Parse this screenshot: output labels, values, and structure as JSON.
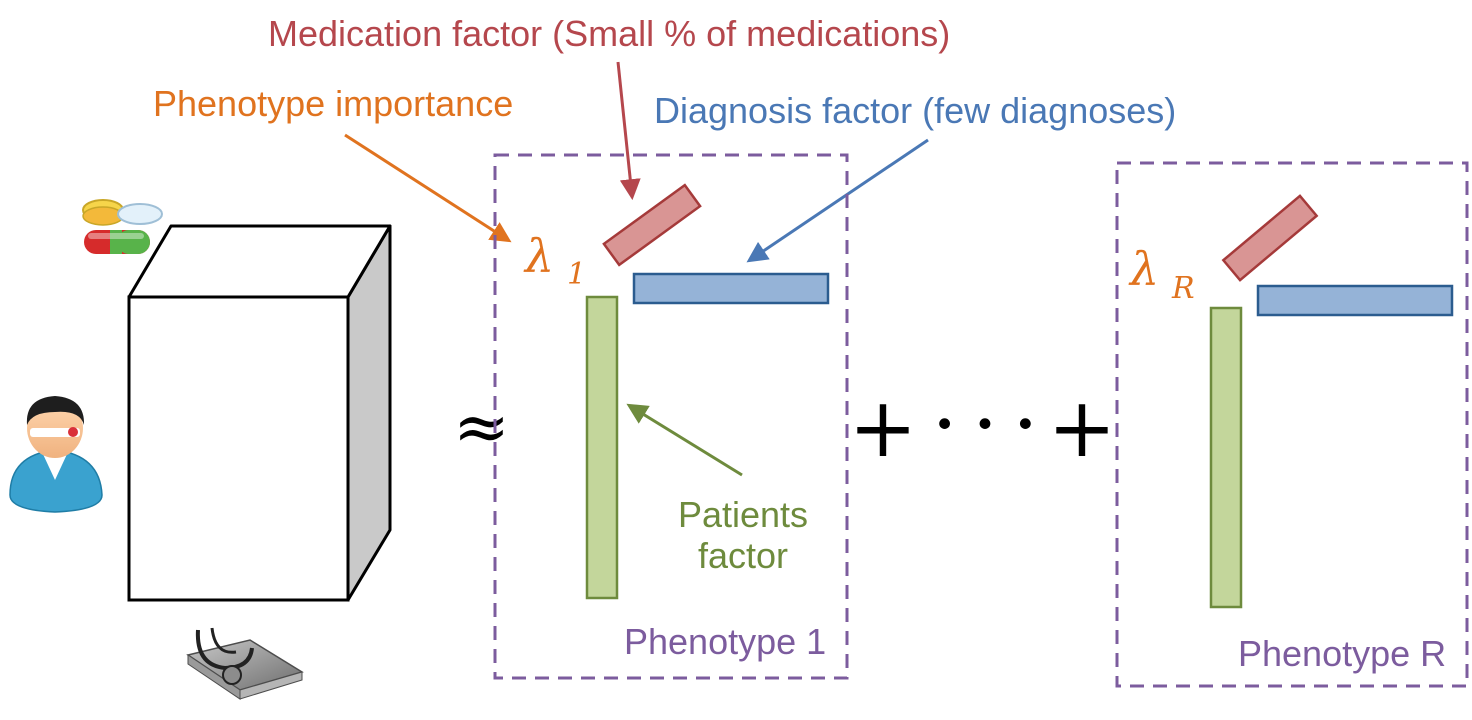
{
  "labels": {
    "medication_factor": "Medication factor (Small % of medications)",
    "phenotype_importance": "Phenotype importance",
    "diagnosis_factor": "Diagnosis factor (few diagnoses)",
    "patients_factor_line1": "Patients",
    "patients_factor_line2": "factor",
    "phenotype_1": "Phenotype 1",
    "phenotype_r": "Phenotype R"
  },
  "math": {
    "approx": "≈",
    "lambda": "λ",
    "lambda_1_sub": "1",
    "lambda_r_sub": "R",
    "plus": "+",
    "dots": "· · ·"
  },
  "icons": {
    "pills": "pills-icon",
    "patient": "patient-icon",
    "doctor_book": "stethoscope-book-icon"
  },
  "colors": {
    "medication": "#b5474d",
    "importance": "#e0731f",
    "diagnosis": "#4a78b5",
    "patients": "#6e8b3d",
    "phenotype_box": "#7c5c9e",
    "med_fill": "#d99594",
    "diag_fill": "#95b3d7",
    "pat_fill": "#c3d69b"
  }
}
